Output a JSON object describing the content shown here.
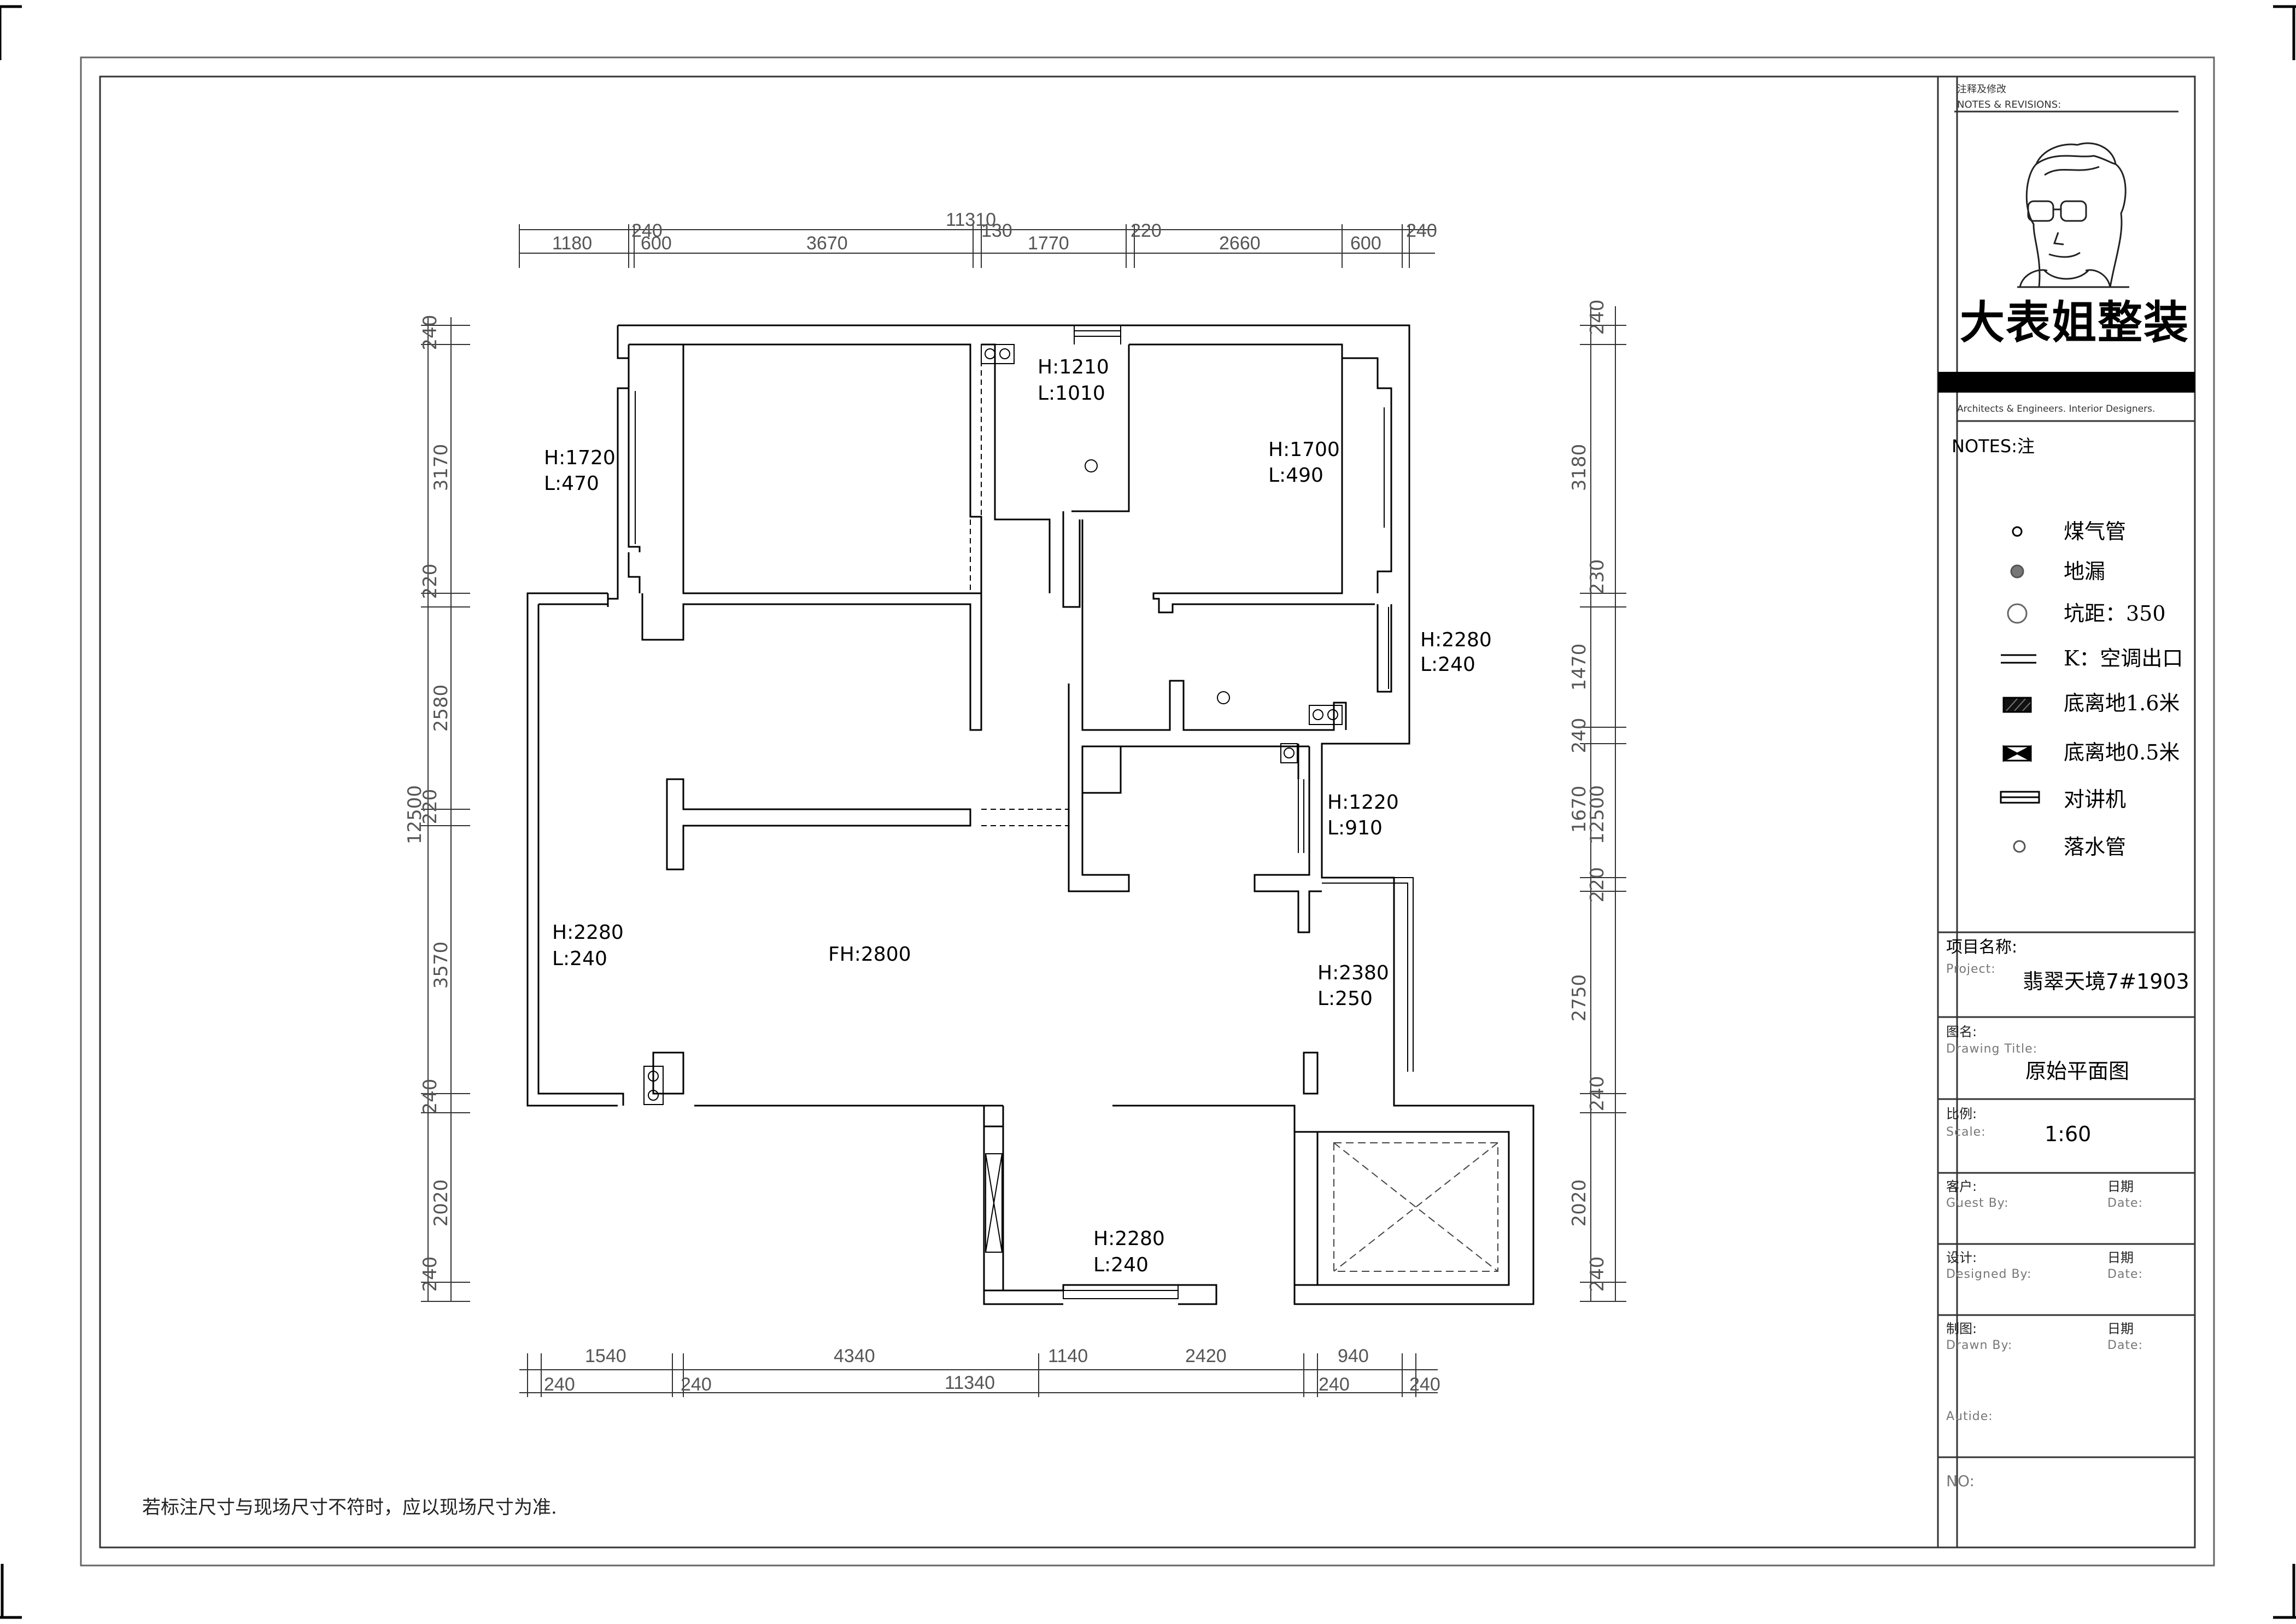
{
  "title_block": {
    "notes_revisions_cn": "注释及修改",
    "notes_revisions_en": "NOTES & REVISIONS:",
    "brand": "大表姐整装",
    "tagline": "Architects & Engineers.  Interior Designers.",
    "notes_label": "NOTES:注",
    "legend": [
      {
        "icon": "gas-pipe-icon",
        "label": "煤气管"
      },
      {
        "icon": "floor-drain-icon",
        "label": "地漏"
      },
      {
        "icon": "toilet-pit-icon",
        "label": "坑距：350"
      },
      {
        "icon": "ac-outlet-icon",
        "label": "K：空调出口"
      },
      {
        "icon": "hatch-1600-icon",
        "label": "底离地1.6米"
      },
      {
        "icon": "hatch-500-icon",
        "label": "底离地0.5米"
      },
      {
        "icon": "intercom-icon",
        "label": "对讲机"
      },
      {
        "icon": "downpipe-icon",
        "label": "落水管"
      }
    ],
    "project_label_cn": "项目名称:",
    "project_label_en": "Project:",
    "project_value": "翡翠天境7#1903",
    "drawing_title_cn": "图名:",
    "drawing_title_en": "Drawing Title:",
    "drawing_title_value": "原始平面图",
    "scale_cn": "比例:",
    "scale_en": "Scale:",
    "scale_value": "1:60",
    "guest_cn": "客户:",
    "guest_en": "Guest By:",
    "designer_cn": "设计:",
    "designer_en": "Designed By:",
    "drawn_cn": "制图:",
    "drawn_en": "Drawn By:",
    "date_cn": "日期",
    "date_en": "Date:",
    "audit_en": "Autide:",
    "no_label": "NO:"
  },
  "footnote": "若标注尺寸与现场尺寸不符时，应以现场尺寸为准.",
  "plan": {
    "floor_height": "FH:2800",
    "openings": [
      {
        "h": "H:1720",
        "l": "L:470"
      },
      {
        "h": "H:1210",
        "l": "L:1010"
      },
      {
        "h": "H:1700",
        "l": "L:490"
      },
      {
        "h": "H:2280",
        "l": "L:240"
      },
      {
        "h": "H:1220",
        "l": "L:910"
      },
      {
        "h": "H:2280",
        "l": "L:240"
      },
      {
        "h": "H:2380",
        "l": "L:250"
      },
      {
        "h": "H:2280",
        "l": "L:240"
      }
    ],
    "top_dims": [
      "1180",
      "240",
      "600",
      "3670",
      "11310",
      "130",
      "1770",
      "220",
      "2660",
      "600",
      "240"
    ],
    "bottom_dims": [
      "1540",
      "4340",
      "1140",
      "2420",
      "940",
      "240",
      "240",
      "11340",
      "240",
      "240"
    ],
    "left_dims": [
      "240",
      "3170",
      "220",
      "2580",
      "12500",
      "220",
      "3570",
      "240",
      "2020",
      "240"
    ],
    "right_dims": [
      "240",
      "3180",
      "230",
      "1470",
      "240",
      "1670",
      "12500",
      "220",
      "2750",
      "240",
      "2020",
      "240"
    ]
  }
}
